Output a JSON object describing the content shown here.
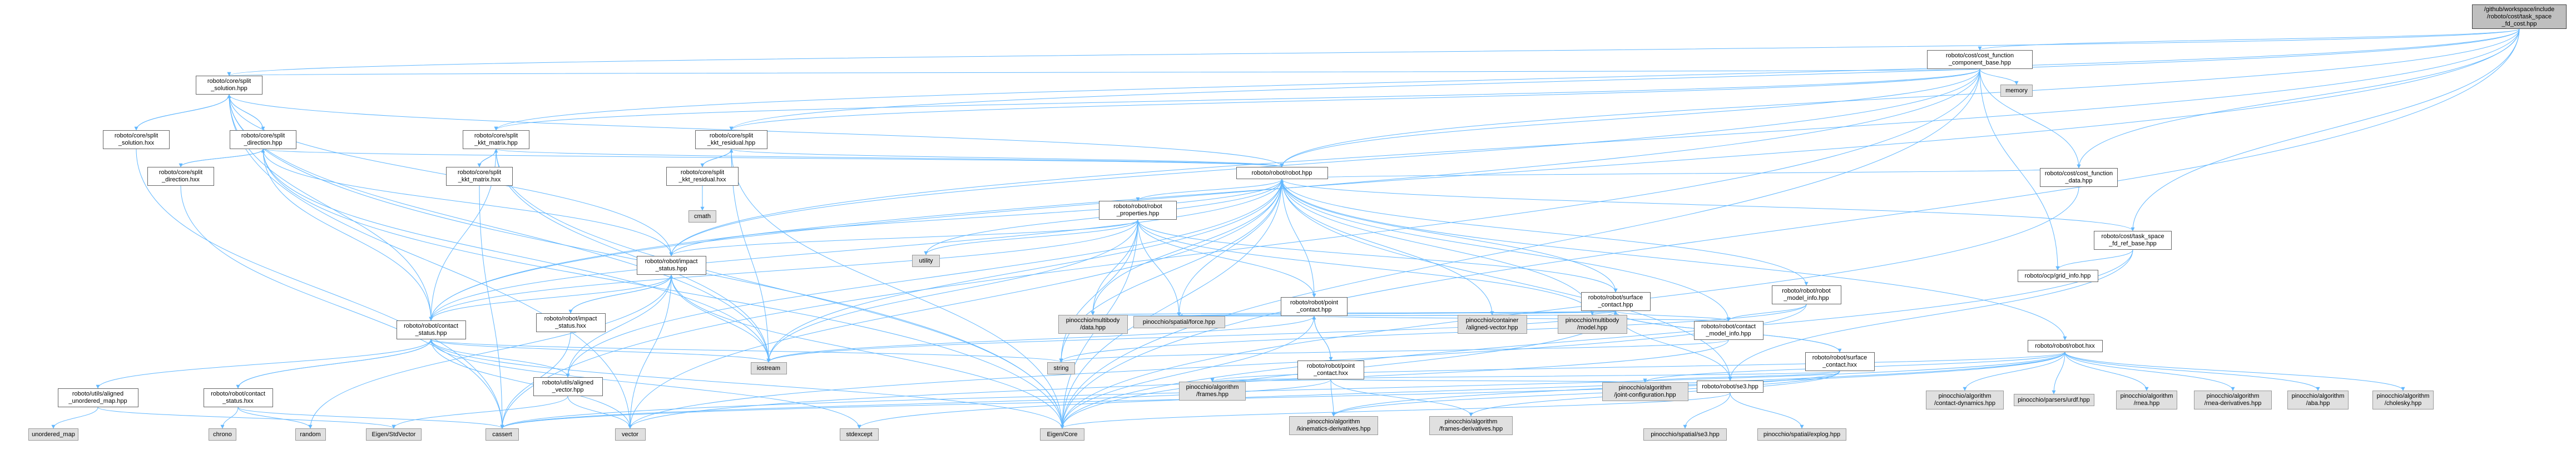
{
  "diagram": {
    "colors": {
      "edge": "#63b8ff",
      "internal_bg": "#ffffff",
      "external_bg": "#e0e0e0",
      "root_bg": "#bfbfbf",
      "border": "#666666"
    },
    "nodes": [
      {
        "id": "root",
        "label": "/github/workspace/include\n/roboto/cost/task_space\n_fd_cost.hpp",
        "kind": "root"
      },
      {
        "id": "cfb",
        "label": "roboto/cost/cost_function\n_component_base.hpp",
        "kind": "internal"
      },
      {
        "id": "memory",
        "label": "memory",
        "kind": "external"
      },
      {
        "id": "cfdata",
        "label": "roboto/cost/cost_function\n_data.hpp",
        "kind": "internal"
      },
      {
        "id": "tsbase",
        "label": "roboto/cost/task_space\n_fd_ref_base.hpp",
        "kind": "internal"
      },
      {
        "id": "gridinfo",
        "label": "roboto/ocp/grid_info.hpp",
        "kind": "internal"
      },
      {
        "id": "splitsol",
        "label": "roboto/core/split\n_solution.hpp",
        "kind": "internal"
      },
      {
        "id": "splitsolhxx",
        "label": "roboto/core/split\n_solution.hxx",
        "kind": "internal"
      },
      {
        "id": "splitdir",
        "label": "roboto/core/split\n_direction.hpp",
        "kind": "internal"
      },
      {
        "id": "splitdirhxx",
        "label": "roboto/core/split\n_direction.hxx",
        "kind": "internal"
      },
      {
        "id": "kktmat",
        "label": "roboto/core/split\n_kkt_matrix.hpp",
        "kind": "internal"
      },
      {
        "id": "kktmathxx",
        "label": "roboto/core/split\n_kkt_matrix.hxx",
        "kind": "internal"
      },
      {
        "id": "kktres",
        "label": "roboto/core/split\n_kkt_residual.hpp",
        "kind": "internal"
      },
      {
        "id": "kktreshxx",
        "label": "roboto/core/split\n_kkt_residual.hxx",
        "kind": "internal"
      },
      {
        "id": "cmath",
        "label": "cmath",
        "kind": "external"
      },
      {
        "id": "robot",
        "label": "roboto/robot/robot.hpp",
        "kind": "internal"
      },
      {
        "id": "robotprops",
        "label": "roboto/robot/robot\n_properties.hpp",
        "kind": "internal"
      },
      {
        "id": "utility",
        "label": "utility",
        "kind": "external"
      },
      {
        "id": "impact",
        "label": "roboto/robot/impact\n_status.hpp",
        "kind": "internal"
      },
      {
        "id": "impacthxx",
        "label": "roboto/robot/impact\n_status.hxx",
        "kind": "internal"
      },
      {
        "id": "contact",
        "label": "roboto/robot/contact\n_status.hpp",
        "kind": "internal"
      },
      {
        "id": "contacthxx",
        "label": "roboto/robot/contact\n_status.hxx",
        "kind": "internal"
      },
      {
        "id": "umap",
        "label": "roboto/utils/aligned\n_unordered_map.hpp",
        "kind": "internal"
      },
      {
        "id": "unordered",
        "label": "unordered_map",
        "kind": "external"
      },
      {
        "id": "chrono",
        "label": "chrono",
        "kind": "external"
      },
      {
        "id": "random",
        "label": "random",
        "kind": "external"
      },
      {
        "id": "tensor",
        "label": "Eigen/StdVector",
        "kind": "external"
      },
      {
        "id": "alvec",
        "label": "roboto/utils/aligned\n_vector.hpp",
        "kind": "internal"
      },
      {
        "id": "cassert",
        "label": "cassert",
        "kind": "external"
      },
      {
        "id": "vector",
        "label": "vector",
        "kind": "external"
      },
      {
        "id": "iostream",
        "label": "iostream",
        "kind": "external"
      },
      {
        "id": "string",
        "label": "string",
        "kind": "external"
      },
      {
        "id": "stdexcept",
        "label": "stdexcept",
        "kind": "external"
      },
      {
        "id": "eigencore",
        "label": "Eigen/Core",
        "kind": "external"
      },
      {
        "id": "pmdata",
        "label": "pinocchio/multibody\n/data.hpp",
        "kind": "external"
      },
      {
        "id": "pforce",
        "label": "pinocchio/spatial/force.hpp",
        "kind": "external"
      },
      {
        "id": "pointc",
        "label": "roboto/robot/point\n_contact.hpp",
        "kind": "internal"
      },
      {
        "id": "pointchxx",
        "label": "roboto/robot/point\n_contact.hxx",
        "kind": "internal"
      },
      {
        "id": "paligned",
        "label": "pinocchio/container\n/aligned-vector.hpp",
        "kind": "external"
      },
      {
        "id": "pmmodel",
        "label": "pinocchio/multibody\n/model.hpp",
        "kind": "external"
      },
      {
        "id": "surfc",
        "label": "roboto/robot/surface\n_contact.hpp",
        "kind": "internal"
      },
      {
        "id": "surfchxx",
        "label": "roboto/robot/surface\n_contact.hxx",
        "kind": "internal"
      },
      {
        "id": "cmodel",
        "label": "roboto/robot/contact\n_model_info.hpp",
        "kind": "internal"
      },
      {
        "id": "rmodel",
        "label": "roboto/robot/robot\n_model_info.hpp",
        "kind": "internal"
      },
      {
        "id": "robothxx",
        "label": "roboto/robot/robot.hxx",
        "kind": "internal"
      },
      {
        "id": "se3",
        "label": "roboto/robot/se3.hpp",
        "kind": "internal"
      },
      {
        "id": "pse3",
        "label": "pinocchio/spatial/se3.hpp",
        "kind": "external"
      },
      {
        "id": "pexplog",
        "label": "pinocchio/spatial/explog.hpp",
        "kind": "external"
      },
      {
        "id": "pframes",
        "label": "pinocchio/algorithm\n/frames.hpp",
        "kind": "external"
      },
      {
        "id": "pkin",
        "label": "pinocchio/algorithm\n/kinematics-derivatives.hpp",
        "kind": "external"
      },
      {
        "id": "pframesd",
        "label": "pinocchio/algorithm\n/frames-derivatives.hpp",
        "kind": "external"
      },
      {
        "id": "pjoint",
        "label": "pinocchio/algorithm\n/joint-configuration.hpp",
        "kind": "external"
      },
      {
        "id": "pcontactdyn",
        "label": "pinocchio/algorithm\n/contact-dynamics.hpp",
        "kind": "external"
      },
      {
        "id": "purdf",
        "label": "pinocchio/parsers/urdf.hpp",
        "kind": "external"
      },
      {
        "id": "prnea",
        "label": "pinocchio/algorithm\n/rnea.hpp",
        "kind": "external"
      },
      {
        "id": "prneaderiv",
        "label": "pinocchio/algorithm\n/rnea-derivatives.hpp",
        "kind": "external"
      },
      {
        "id": "paba",
        "label": "pinocchio/algorithm\n/aba.hpp",
        "kind": "external"
      },
      {
        "id": "pchol",
        "label": "pinocchio/algorithm\n/cholesky.hpp",
        "kind": "external"
      }
    ],
    "edges": [
      [
        "root",
        "cfb"
      ],
      [
        "root",
        "cfdata"
      ],
      [
        "root",
        "tsbase"
      ],
      [
        "root",
        "robot"
      ],
      [
        "root",
        "splitsol"
      ],
      [
        "root",
        "kktmat"
      ],
      [
        "root",
        "kktres"
      ],
      [
        "root",
        "contact"
      ],
      [
        "root",
        "impact"
      ],
      [
        "root",
        "eigencore"
      ],
      [
        "cfb",
        "memory"
      ],
      [
        "cfb",
        "cfdata"
      ],
      [
        "cfb",
        "robot"
      ],
      [
        "cfb",
        "splitsol"
      ],
      [
        "cfb",
        "kktmat"
      ],
      [
        "cfb",
        "kktres"
      ],
      [
        "cfb",
        "contact"
      ],
      [
        "cfb",
        "impact"
      ],
      [
        "cfb",
        "gridinfo"
      ],
      [
        "cfb",
        "eigencore"
      ],
      [
        "cfb",
        "cassert"
      ],
      [
        "cfdata",
        "robot"
      ],
      [
        "cfdata",
        "eigencore"
      ],
      [
        "tsbase",
        "gridinfo"
      ],
      [
        "tsbase",
        "robot"
      ],
      [
        "tsbase",
        "se3"
      ],
      [
        "tsbase",
        "eigencore"
      ],
      [
        "splitsol",
        "splitsolhxx"
      ],
      [
        "splitsol",
        "splitdir"
      ],
      [
        "splitsol",
        "robot"
      ],
      [
        "splitsol",
        "contact"
      ],
      [
        "splitsol",
        "impact"
      ],
      [
        "splitsol",
        "eigencore"
      ],
      [
        "splitsol",
        "vector"
      ],
      [
        "splitsol",
        "iostream"
      ],
      [
        "splitsolhxx",
        "splitsol"
      ],
      [
        "splitsolhxx",
        "cassert"
      ],
      [
        "splitdir",
        "splitdirhxx"
      ],
      [
        "splitdir",
        "robot"
      ],
      [
        "splitdir",
        "contact"
      ],
      [
        "splitdir",
        "impact"
      ],
      [
        "splitdir",
        "splitsol"
      ],
      [
        "splitdir",
        "eigencore"
      ],
      [
        "splitdir",
        "iostream"
      ],
      [
        "splitdirhxx",
        "splitdir"
      ],
      [
        "splitdirhxx",
        "cassert"
      ],
      [
        "kktmat",
        "kktmathxx"
      ],
      [
        "kktmat",
        "robot"
      ],
      [
        "kktmat",
        "eigencore"
      ],
      [
        "kktmat",
        "iostream"
      ],
      [
        "kktmat",
        "contact"
      ],
      [
        "kktmathxx",
        "kktmat"
      ],
      [
        "kktmathxx",
        "cassert"
      ],
      [
        "kktres",
        "kktreshxx"
      ],
      [
        "kktres",
        "robot"
      ],
      [
        "kktres",
        "eigencore"
      ],
      [
        "kktres",
        "iostream"
      ],
      [
        "kktreshxx",
        "kktres"
      ],
      [
        "kktreshxx",
        "cmath"
      ],
      [
        "robot",
        "robotprops"
      ],
      [
        "robot",
        "impact"
      ],
      [
        "robot",
        "contact"
      ],
      [
        "robot",
        "pointc"
      ],
      [
        "robot",
        "surfc"
      ],
      [
        "robot",
        "cmodel"
      ],
      [
        "robot",
        "rmodel"
      ],
      [
        "robot",
        "robothxx"
      ],
      [
        "robot",
        "se3"
      ],
      [
        "robot",
        "alvec"
      ],
      [
        "robot",
        "pmmodel"
      ],
      [
        "robot",
        "pmdata"
      ],
      [
        "robot",
        "pforce"
      ],
      [
        "robot",
        "paligned"
      ],
      [
        "robot",
        "eigencore"
      ],
      [
        "robot",
        "vector"
      ],
      [
        "robot",
        "iostream"
      ],
      [
        "robot",
        "string"
      ],
      [
        "robot",
        "utility"
      ],
      [
        "robotprops",
        "impact"
      ],
      [
        "robotprops",
        "contact"
      ],
      [
        "robotprops",
        "pointc"
      ],
      [
        "robotprops",
        "surfc"
      ],
      [
        "robotprops",
        "eigencore"
      ],
      [
        "robotprops",
        "utility"
      ],
      [
        "robotprops",
        "string"
      ],
      [
        "robotprops",
        "pmmodel"
      ],
      [
        "robotprops",
        "pmdata"
      ],
      [
        "robotprops",
        "pforce"
      ],
      [
        "robotprops",
        "iostream"
      ],
      [
        "impact",
        "impacthxx"
      ],
      [
        "impact",
        "contact"
      ],
      [
        "impact",
        "alvec"
      ],
      [
        "impact",
        "eigencore"
      ],
      [
        "impact",
        "vector"
      ],
      [
        "impact",
        "iostream"
      ],
      [
        "impact",
        "random"
      ],
      [
        "impacthxx",
        "impact"
      ],
      [
        "impacthxx",
        "cassert"
      ],
      [
        "contact",
        "contacthxx"
      ],
      [
        "contact",
        "umap"
      ],
      [
        "contact",
        "alvec"
      ],
      [
        "contact",
        "eigencore"
      ],
      [
        "contact",
        "vector"
      ],
      [
        "contact",
        "iostream"
      ],
      [
        "contact",
        "string"
      ],
      [
        "contact",
        "stdexcept"
      ],
      [
        "contacthxx",
        "contact"
      ],
      [
        "contacthxx",
        "chrono"
      ],
      [
        "contacthxx",
        "random"
      ],
      [
        "contacthxx",
        "cassert"
      ],
      [
        "umap",
        "unordered"
      ],
      [
        "umap",
        "tensor"
      ],
      [
        "alvec",
        "vector"
      ],
      [
        "alvec",
        "tensor"
      ],
      [
        "pointc",
        "pointchxx"
      ],
      [
        "pointc",
        "pmmodel"
      ],
      [
        "pointc",
        "pmdata"
      ],
      [
        "pointc",
        "pforce"
      ],
      [
        "pointc",
        "paligned"
      ],
      [
        "pointc",
        "eigencore"
      ],
      [
        "pointc",
        "iostream"
      ],
      [
        "pointc",
        "cmodel"
      ],
      [
        "pointchxx",
        "pointc"
      ],
      [
        "pointchxx",
        "pframes"
      ],
      [
        "pointchxx",
        "pkin"
      ],
      [
        "pointchxx",
        "pframesd"
      ],
      [
        "pointchxx",
        "pjoint"
      ],
      [
        "pointchxx",
        "cassert"
      ],
      [
        "surfc",
        "surfchxx"
      ],
      [
        "surfc",
        "se3"
      ],
      [
        "surfc",
        "pmmodel"
      ],
      [
        "surfc",
        "pmdata"
      ],
      [
        "surfc",
        "pforce"
      ],
      [
        "surfc",
        "paligned"
      ],
      [
        "surfc",
        "eigencore"
      ],
      [
        "surfc",
        "iostream"
      ],
      [
        "surfc",
        "cmodel"
      ],
      [
        "surfchxx",
        "surfc"
      ],
      [
        "surfchxx",
        "pframes"
      ],
      [
        "surfchxx",
        "pkin"
      ],
      [
        "surfchxx",
        "pframesd"
      ],
      [
        "surfchxx",
        "pjoint"
      ],
      [
        "surfchxx",
        "cassert"
      ],
      [
        "cmodel",
        "string"
      ],
      [
        "cmodel",
        "vector"
      ],
      [
        "rmodel",
        "cmodel"
      ],
      [
        "rmodel",
        "string"
      ],
      [
        "rmodel",
        "vector"
      ],
      [
        "robothxx",
        "pjoint"
      ],
      [
        "robothxx",
        "pframes"
      ],
      [
        "robothxx",
        "pcontactdyn"
      ],
      [
        "robothxx",
        "purdf"
      ],
      [
        "robothxx",
        "prnea"
      ],
      [
        "robothxx",
        "prneaderiv"
      ],
      [
        "robothxx",
        "paba"
      ],
      [
        "robothxx",
        "pchol"
      ],
      [
        "robothxx",
        "pkin"
      ],
      [
        "robothxx",
        "cassert"
      ],
      [
        "robothxx",
        "stdexcept"
      ],
      [
        "se3",
        "pse3"
      ],
      [
        "se3",
        "pexplog"
      ],
      [
        "se3",
        "eigencore"
      ]
    ]
  }
}
